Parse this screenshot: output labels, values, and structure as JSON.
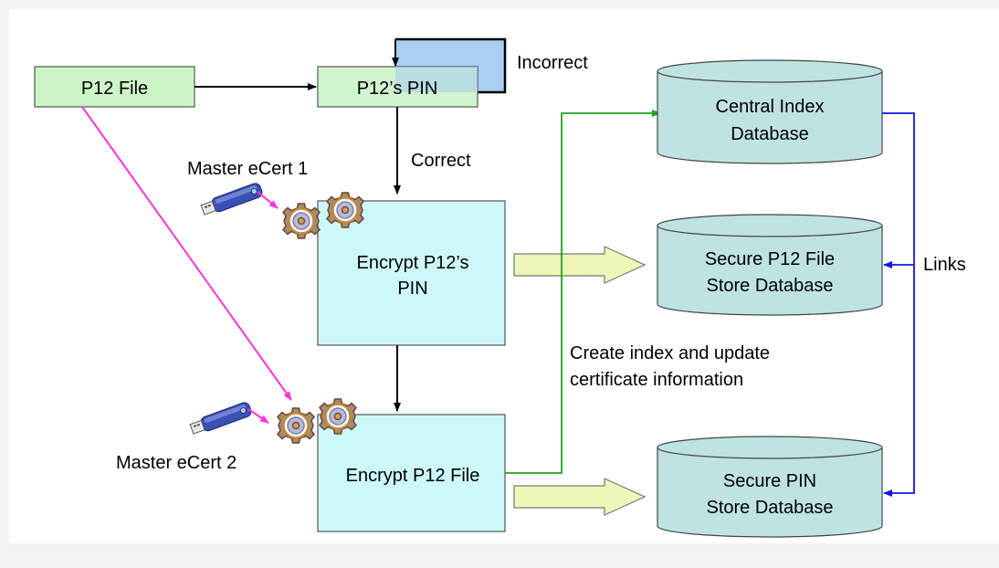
{
  "nodes": {
    "p12_file": "P12 File",
    "p12_pin": "P12’s PIN",
    "encrypt_pin": [
      "Encrypt P12’s",
      "PIN"
    ],
    "encrypt_file": "Encrypt P12 File",
    "central_db": [
      "Central Index",
      "Database"
    ],
    "p12_store_db": [
      "Secure P12 File",
      "Store Database"
    ],
    "pin_store_db": [
      "Secure PIN",
      "Store Database"
    ]
  },
  "labels": {
    "incorrect": "Incorrect",
    "correct": "Correct",
    "master_ecert_1": "Master eCert 1",
    "master_ecert_2": "Master eCert 2",
    "create_index": [
      "Create index and update",
      "certificate information"
    ],
    "links": "Links"
  },
  "colors": {
    "green_box": "#ccf5c8",
    "cyan_box": "#ccf8fa",
    "db_fill": "#bfe3e3",
    "loop_box": "#aacdf2",
    "magenta_arrow": "#ff33d6",
    "green_arrow": "#1fa31f",
    "blue_links": "#1414e0",
    "block_arrow": "#eef7b7"
  },
  "icons": [
    "usb-key-icon",
    "gears-icon"
  ]
}
